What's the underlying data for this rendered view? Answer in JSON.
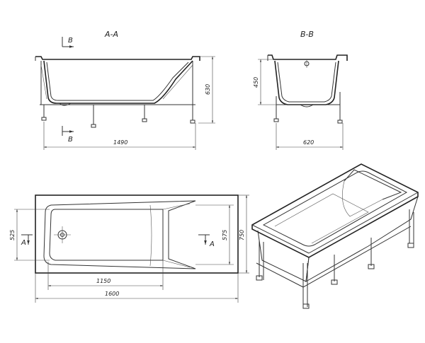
{
  "section_labels": {
    "aa": "A-A",
    "bb": "B-B",
    "b_top": "B",
    "b_bottom": "B",
    "a_left": "A",
    "a_right": "A"
  },
  "dimensions": {
    "length_section": "1490",
    "height_section": "630",
    "depth_section": "450",
    "width_section": "620",
    "inner_width": "525",
    "inner_length": "1150",
    "overall_length": "1600",
    "basin_width": "575",
    "overall_width": "750"
  },
  "colors": {
    "line": "#333333",
    "background": "#ffffff"
  }
}
